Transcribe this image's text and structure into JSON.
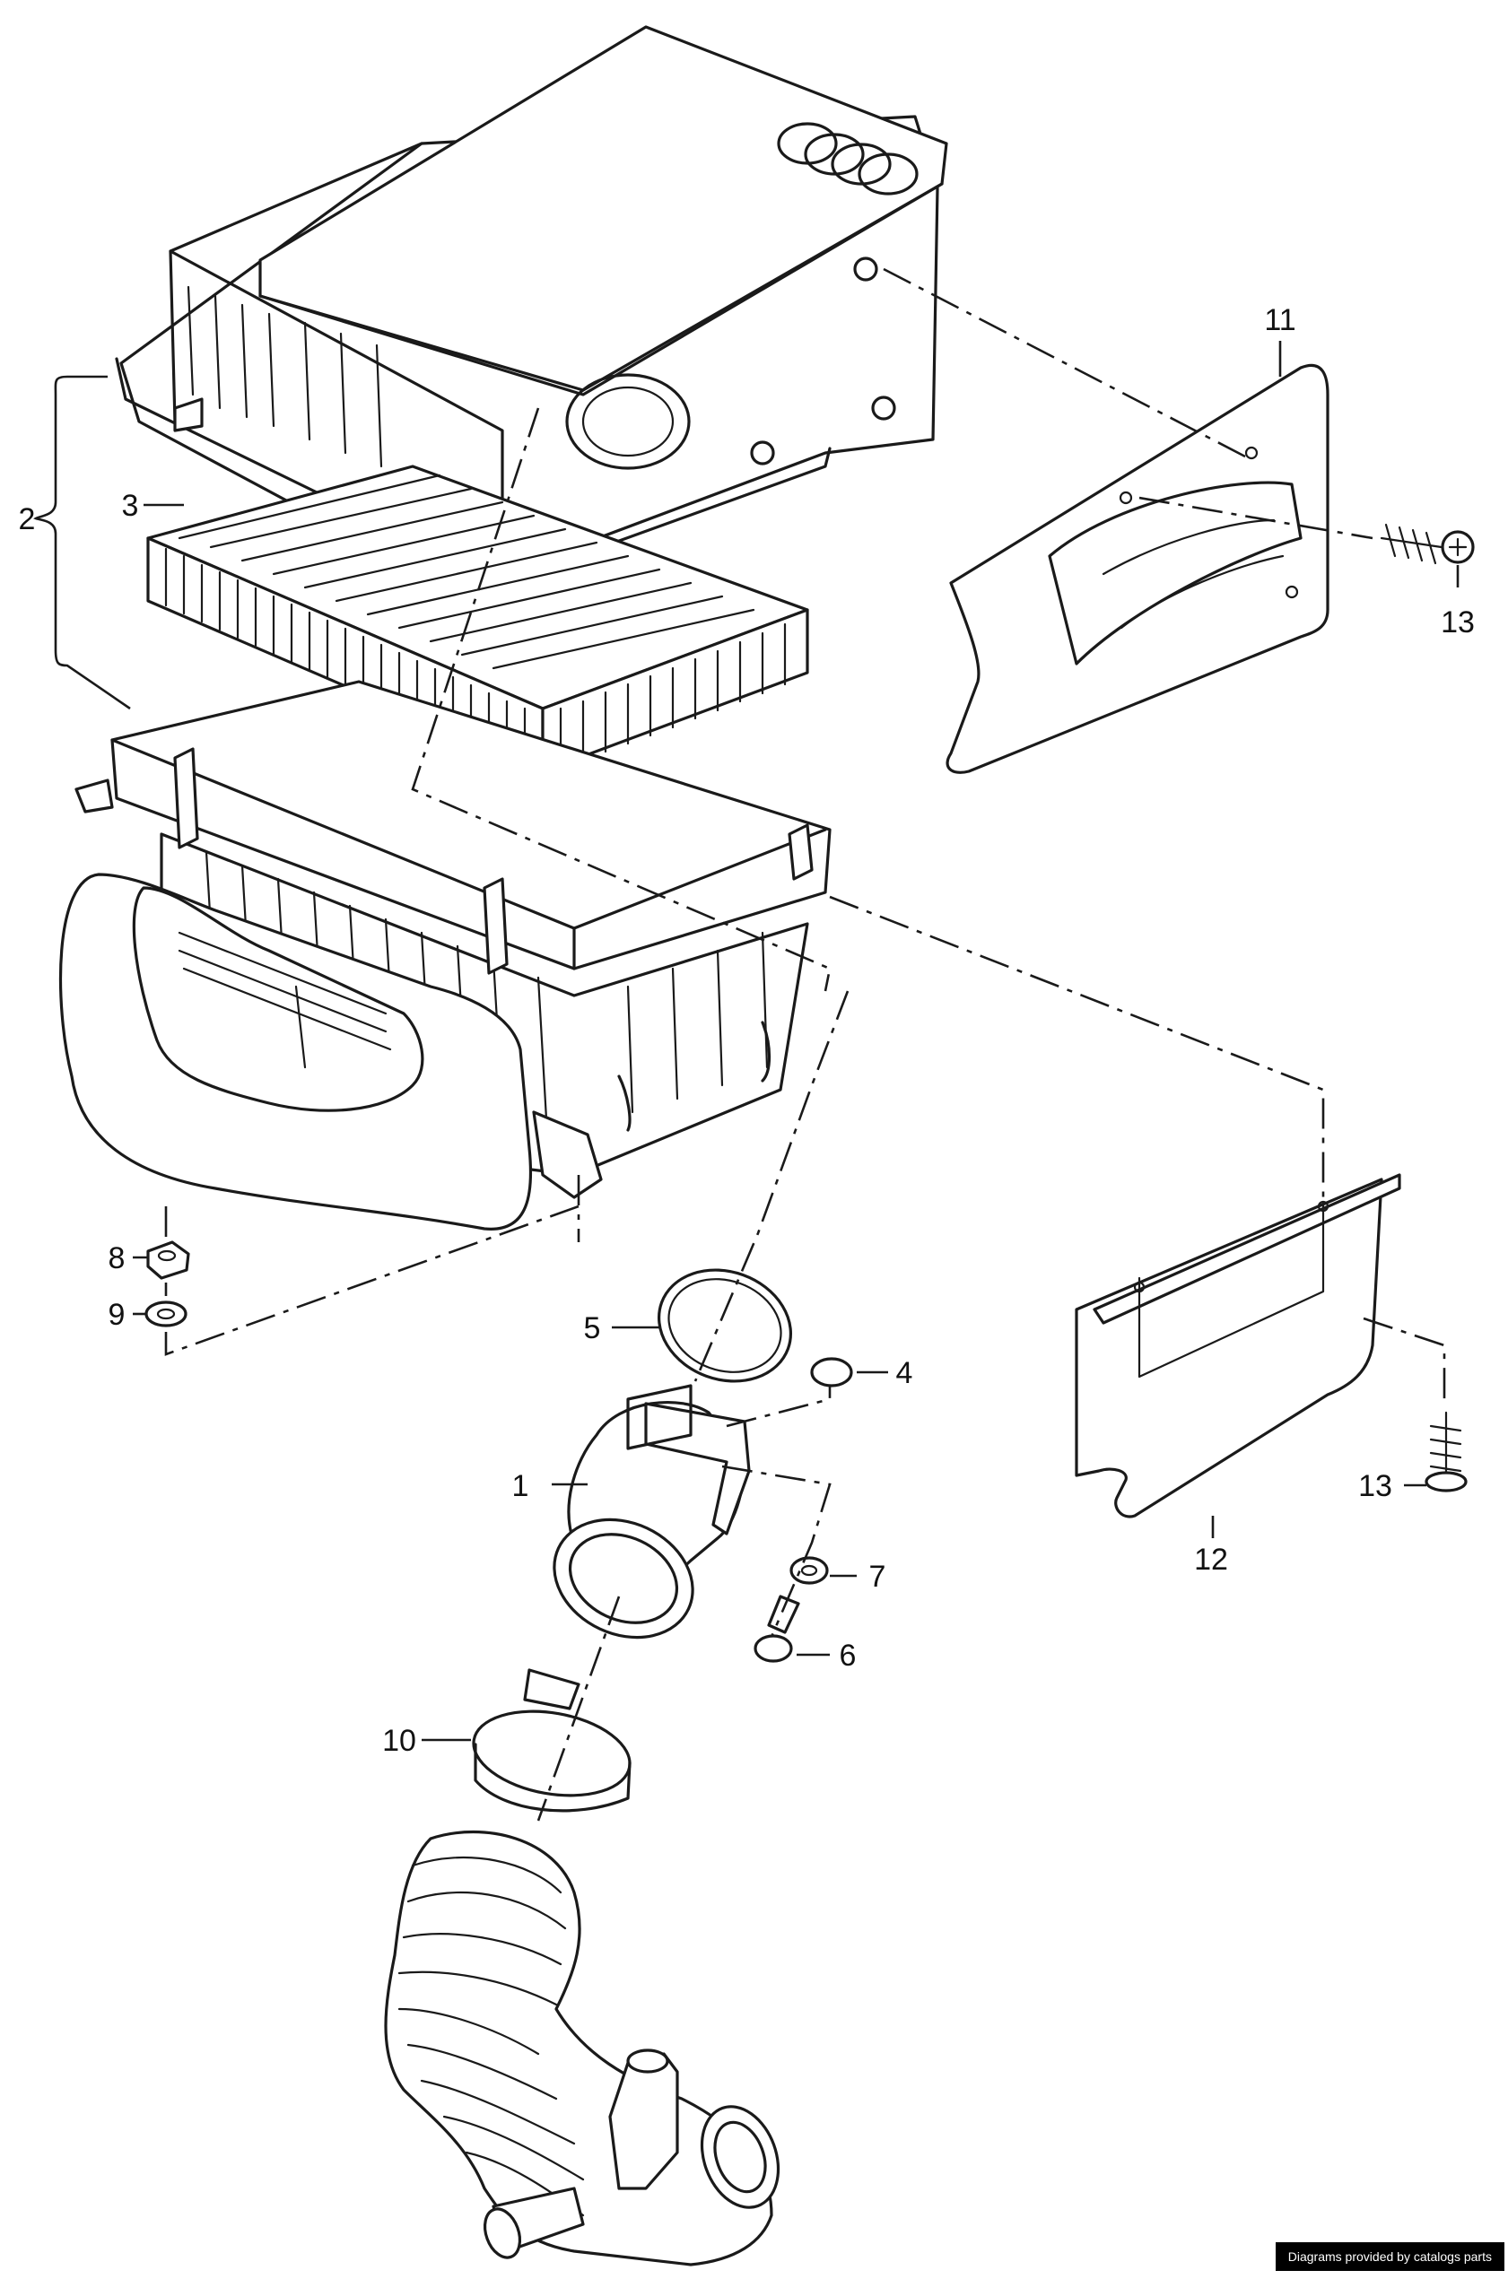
{
  "callouts": [
    "1",
    "2",
    "3",
    "4",
    "5",
    "6",
    "7",
    "8",
    "9",
    "10",
    "11",
    "12",
    "13",
    "13"
  ],
  "credit": "Diagrams provided by catalogs parts"
}
